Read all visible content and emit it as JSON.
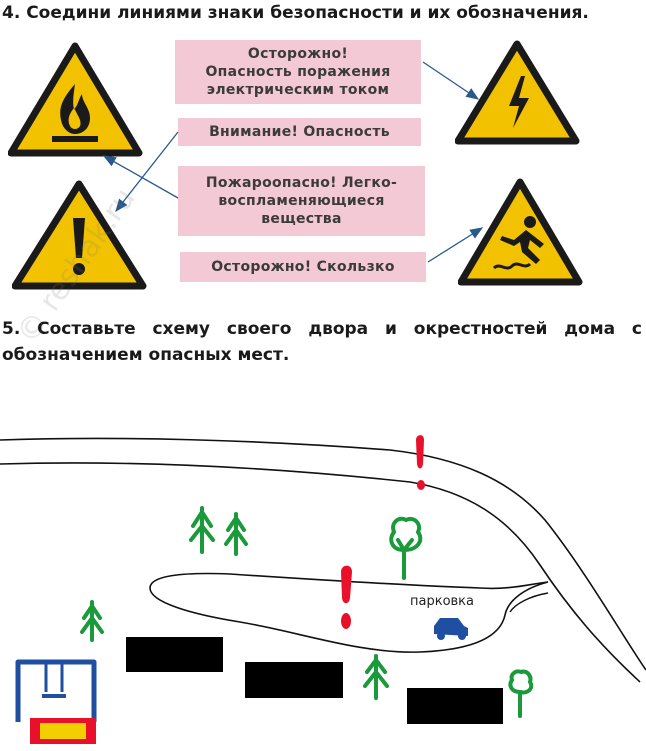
{
  "task4": {
    "title": "4. Соедини линиями знаки безопасности и их обозначения.",
    "labels": [
      {
        "lines": [
          "Осторожно!",
          "Опасность поражения",
          "электрическим током"
        ]
      },
      {
        "lines": [
          "Внимание! Опасность"
        ]
      },
      {
        "lines": [
          "Пожароопасно! Легко-",
          "воспламеняющиеся",
          "вещества"
        ]
      },
      {
        "lines": [
          "Осторожно! Скользко"
        ]
      }
    ],
    "signs": [
      {
        "icon": "fire-icon",
        "name": "flammable-sign"
      },
      {
        "icon": "exclamation-icon",
        "name": "danger-sign"
      },
      {
        "icon": "lightning-icon",
        "name": "electric-sign"
      },
      {
        "icon": "slip-icon",
        "name": "slippery-sign"
      }
    ]
  },
  "task5": {
    "title": "5. Составьте схему своего двора и окрестностей дома с обозначением опасных мест.",
    "parking_label": "парковка"
  },
  "watermark": "© reshak.ru",
  "colors": {
    "sign_yellow": "#f2c200",
    "label_pink": "#f3c9d6",
    "arrow_blue": "#2a5a8c",
    "danger_red": "#e8102a",
    "tree_green": "#1a9a3a",
    "house_black": "#000000",
    "car_blue": "#1f4fa0"
  }
}
